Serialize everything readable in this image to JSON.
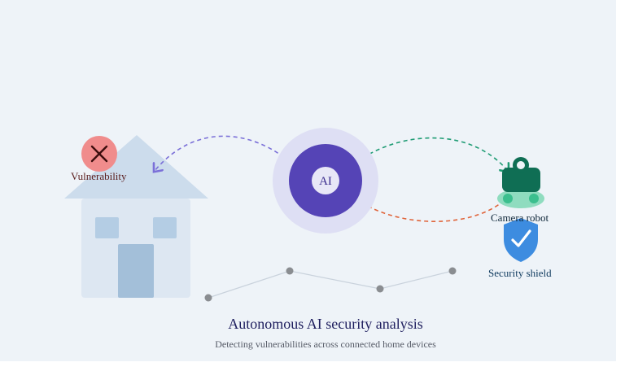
{
  "diagram": {
    "title": "Autonomous AI security analysis",
    "subtitle": "Detecting vulnerabilities across connected home devices",
    "nodes": {
      "ai": {
        "label": "AI",
        "icon": "ai-core-icon"
      },
      "vulnerability": {
        "label": "Vulnerability",
        "icon": "close-icon"
      },
      "camera": {
        "label": "Camera robot",
        "icon": "camera-robot-icon"
      },
      "shield": {
        "label": "Security shield",
        "icon": "shield-check-icon"
      },
      "house": {
        "icon": "house-icon"
      }
    },
    "colors": {
      "background": "#eef3f8",
      "ai_core": "#5544b6",
      "ai_halo": "#dedff4",
      "arrow_to_house": "#7b70d8",
      "arrow_to_camera": "#1f9c74",
      "arrow_from_camera": "#e0643a",
      "vulnerability_badge": "#f08c8c",
      "camera_robot": "#0f6e54",
      "shield": "#3d8ce0",
      "house": "#dde7f2",
      "house_roof": "#ccdcec"
    }
  }
}
